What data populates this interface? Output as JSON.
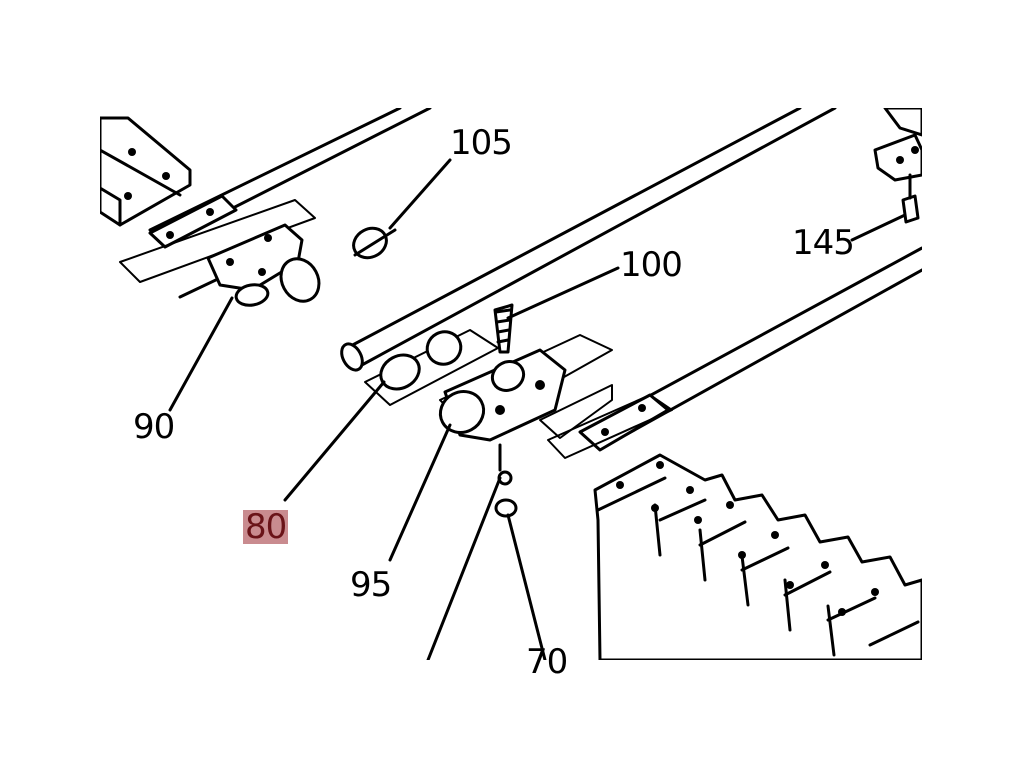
{
  "callouts": {
    "c105": "105",
    "c100": "100",
    "c145": "145",
    "c90": "90",
    "c80": "80",
    "c95": "95",
    "c70": "70"
  },
  "highlight_color": "#c98b8f"
}
